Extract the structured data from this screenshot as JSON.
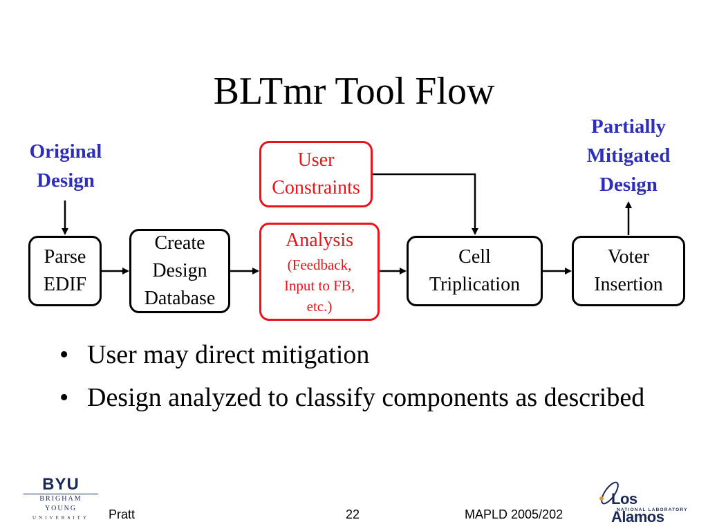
{
  "slide": {
    "title": "BLTmr Tool Flow"
  },
  "diagram": {
    "input_label_line1": "Original",
    "input_label_line2": "Design",
    "output_label_line1": "Partially",
    "output_label_line2": "Mitigated",
    "output_label_line3": "Design",
    "boxes": {
      "parse": [
        "Parse",
        "EDIF"
      ],
      "create": [
        "Create",
        "Design",
        "Database"
      ],
      "analysis": [
        "Analysis",
        "(Feedback,",
        "Input to FB,",
        "etc.)"
      ],
      "user_constraints": [
        "User",
        "Constraints"
      ],
      "cell": [
        "Cell",
        "Triplication"
      ],
      "voter": [
        "Voter",
        "Insertion"
      ]
    },
    "colors": {
      "accent_blue": "#2e2eb8",
      "accent_red": "#e8121b"
    }
  },
  "bullets": [
    "User may direct mitigation",
    "Design analyzed to classify components as described"
  ],
  "bullet_symbol": "•",
  "footer": {
    "left": "Pratt",
    "center": "22",
    "right": "MAPLD 2005/202"
  },
  "logos": {
    "byu_big": "BYU",
    "byu_mid": "BRIGHAM YOUNG",
    "byu_small": "UNIVERSITY",
    "lanl_name": "Los Alamos",
    "lanl_sub": "NATIONAL LABORATORY"
  }
}
